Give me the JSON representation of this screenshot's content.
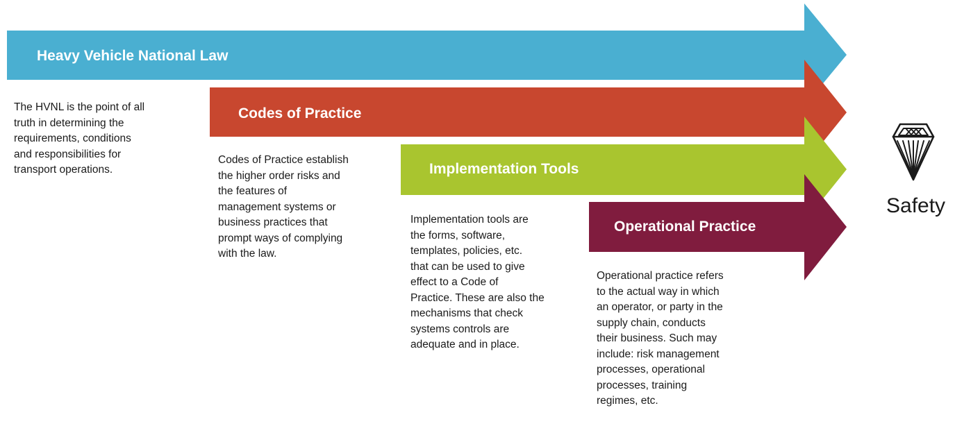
{
  "colors": {
    "hvnl": "#4aafd1",
    "codes": "#c8472f",
    "tools": "#a9c52f",
    "operational": "#801c3e"
  },
  "stages": [
    {
      "title": "Heavy Vehicle National Law",
      "description": "The HVNL is the point of all\ntruth in determining the\nrequirements, conditions\nand responsibilities for\ntransport operations."
    },
    {
      "title": "Codes of Practice",
      "description": "Codes of Practice establish\nthe higher order risks and\nthe features of\nmanagement systems or\nbusiness practices that\nprompt ways of complying\nwith the law."
    },
    {
      "title": "Implementation Tools",
      "description": "Implementation tools are\nthe forms, software,\ntemplates, policies, etc.\nthat can be used to give\neffect to a Code of\nPractice.  These are also the\nmechanisms that check\nsystems controls are\nadequate and in place."
    },
    {
      "title": "Operational Practice",
      "description": "Operational practice refers\nto the actual way in which\nan operator, or party in the\nsupply chain, conducts\ntheir business.  Such may\ninclude: risk management\nprocesses, operational\nprocesses, training\nregimes, etc."
    }
  ],
  "outcome": {
    "label": "Safety",
    "icon": "diamond-icon"
  }
}
